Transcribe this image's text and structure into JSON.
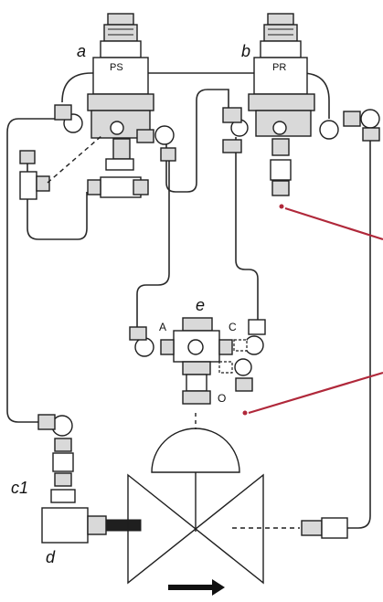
{
  "labels": {
    "a": "a",
    "b": "b",
    "ps": "PS",
    "pr": "PR",
    "e": "e",
    "port_a": "A",
    "port_c": "C",
    "port_o": "O",
    "c1": "c1",
    "d": "d"
  },
  "colors": {
    "line": "#2a2a2a",
    "fitting": "#1f1f1f",
    "fitting_fill": "#d9d9d9",
    "leader": "#b0283a",
    "arrow": "#111111"
  },
  "icons": {
    "flow_direction": "right-arrow-icon",
    "actuator": "dome-actuator-icon",
    "control_valve": "globe-valve-icon"
  }
}
